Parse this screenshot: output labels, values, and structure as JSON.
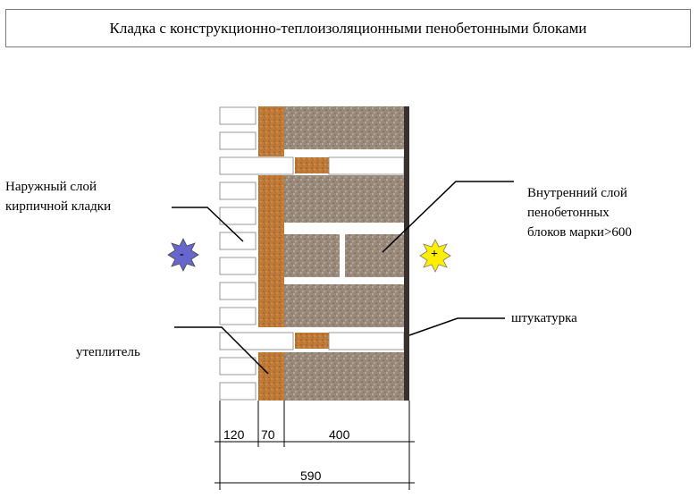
{
  "title": "Кладка с конструкционно-теплоизоляционными пенобетонными блоками",
  "labels": {
    "outer_layer_line1": "Наружный слой",
    "outer_layer_line2": "кирпичной кладки",
    "inner_layer_line1": "Внутренний слой",
    "inner_layer_line2": "пенобетонных",
    "inner_layer_line3": "блоков марки>600",
    "plaster": "штукатурка",
    "insulation": "утеплитель"
  },
  "signs": {
    "minus": "-",
    "plus": "+",
    "minus_color": "#6666cc",
    "plus_color": "#ffee00"
  },
  "dimensions": {
    "brick": "120",
    "insulation": "70",
    "block": "400",
    "total": "590"
  },
  "colors": {
    "brick": "#ffffff",
    "insulation": "#c07a38",
    "foam_concrete": "#9a8a7c",
    "plaster": "#3a3030",
    "mortar": "#ffffff"
  }
}
